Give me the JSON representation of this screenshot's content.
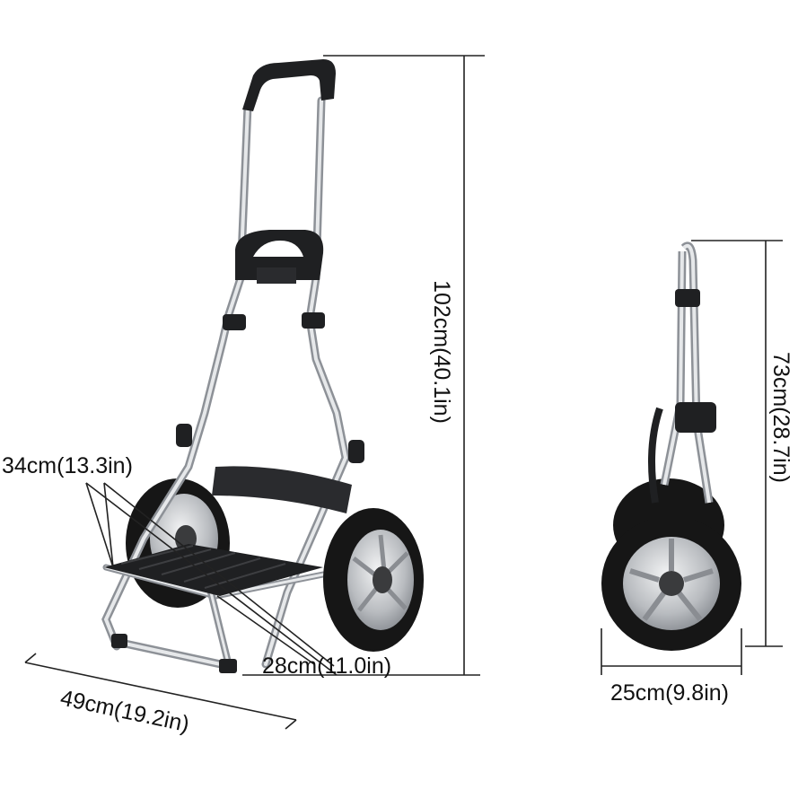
{
  "dimensions": {
    "height_total": "102cm(40.1in)",
    "seat_width": "34cm(13.3in)",
    "seat_depth": "28cm(11.0in)",
    "base_width": "49cm(19.2in)",
    "folded_height": "73cm(28.7in)",
    "folded_depth": "25cm(9.8in)"
  },
  "colors": {
    "frame": "#c9ccd0",
    "frame_shadow": "#8d9197",
    "plastic": "#1f2022",
    "tire": "#161616",
    "hub": "#b9bcc0",
    "dim_line": "#222222"
  }
}
